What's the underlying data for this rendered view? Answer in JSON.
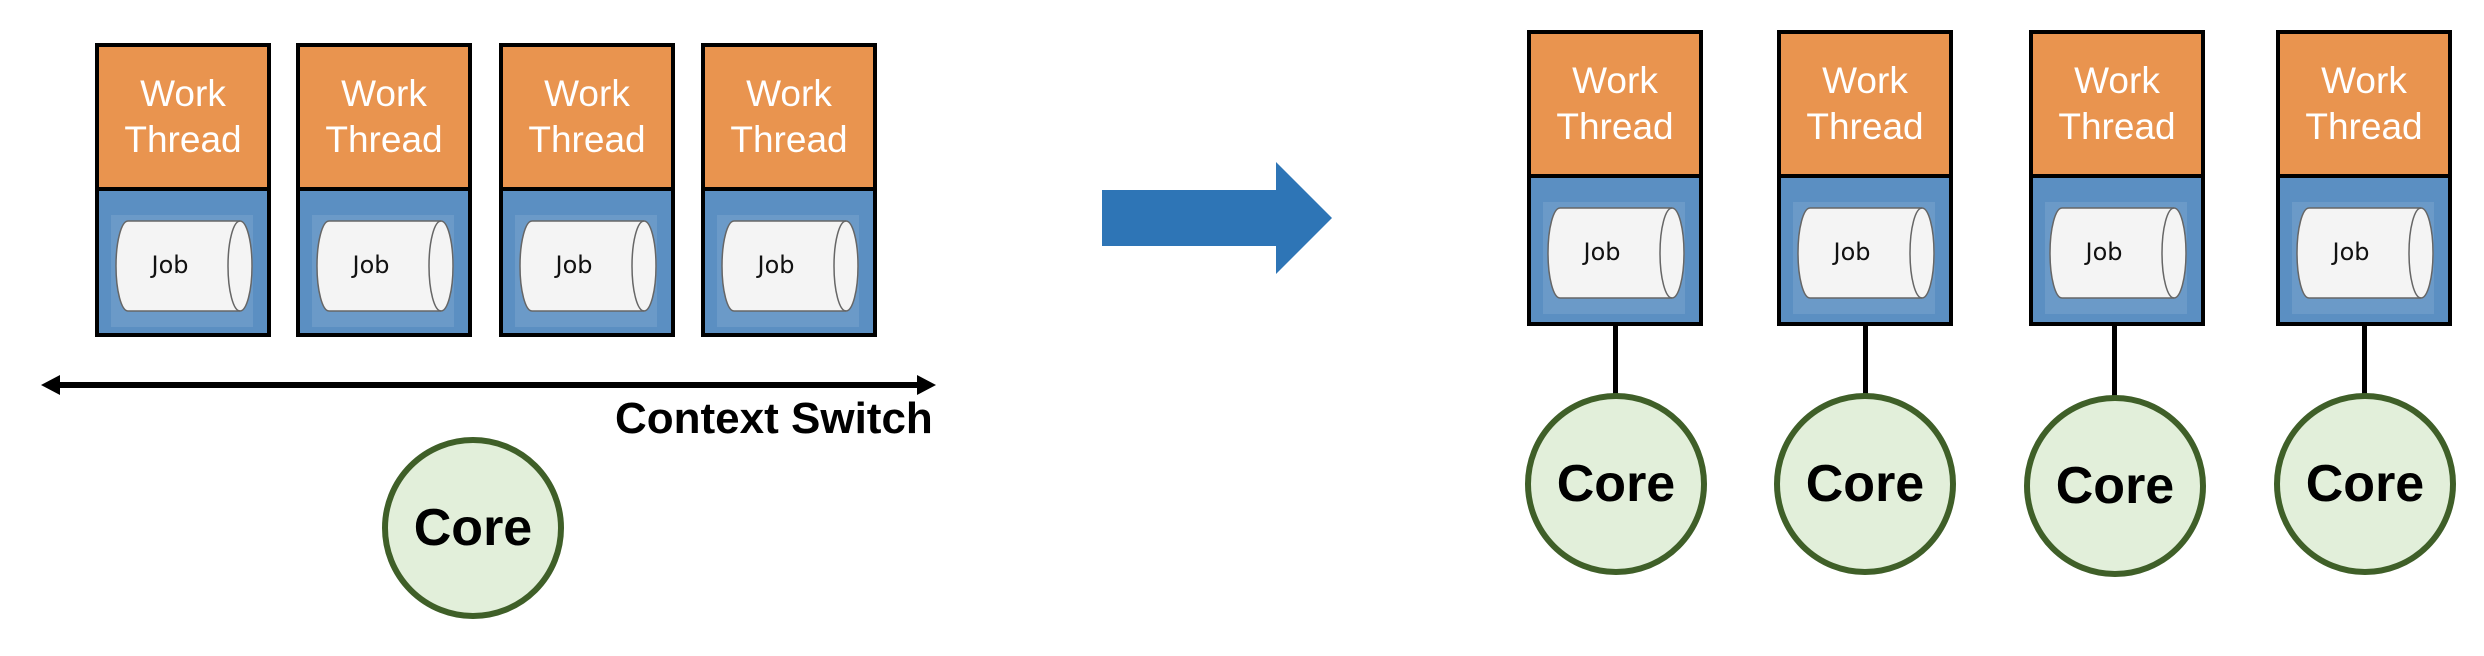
{
  "before": {
    "threads": [
      {
        "title_line1": "Work",
        "title_line2": "Thread",
        "job": "Job"
      },
      {
        "title_line1": "Work",
        "title_line2": "Thread",
        "job": "Job"
      },
      {
        "title_line1": "Work",
        "title_line2": "Thread",
        "job": "Job"
      },
      {
        "title_line1": "Work",
        "title_line2": "Thread",
        "job": "Job"
      }
    ],
    "context_switch_label": "Context Switch",
    "core": "Core"
  },
  "transition_arrow": {
    "icon": "right-arrow-icon"
  },
  "after": {
    "threads": [
      {
        "title_line1": "Work",
        "title_line2": "Thread",
        "job": "Job",
        "core": "Core"
      },
      {
        "title_line1": "Work",
        "title_line2": "Thread",
        "job": "Job",
        "core": "Core"
      },
      {
        "title_line1": "Work",
        "title_line2": "Thread",
        "job": "Job",
        "core": "Core"
      },
      {
        "title_line1": "Work",
        "title_line2": "Thread",
        "job": "Job",
        "core": "Core"
      }
    ]
  },
  "colors": {
    "thread_header": "#E9944F",
    "thread_body": "#5B8FC2",
    "core_fill": "#E2EFDA",
    "core_border": "#3F5F28",
    "arrow": "#2E75B6"
  }
}
